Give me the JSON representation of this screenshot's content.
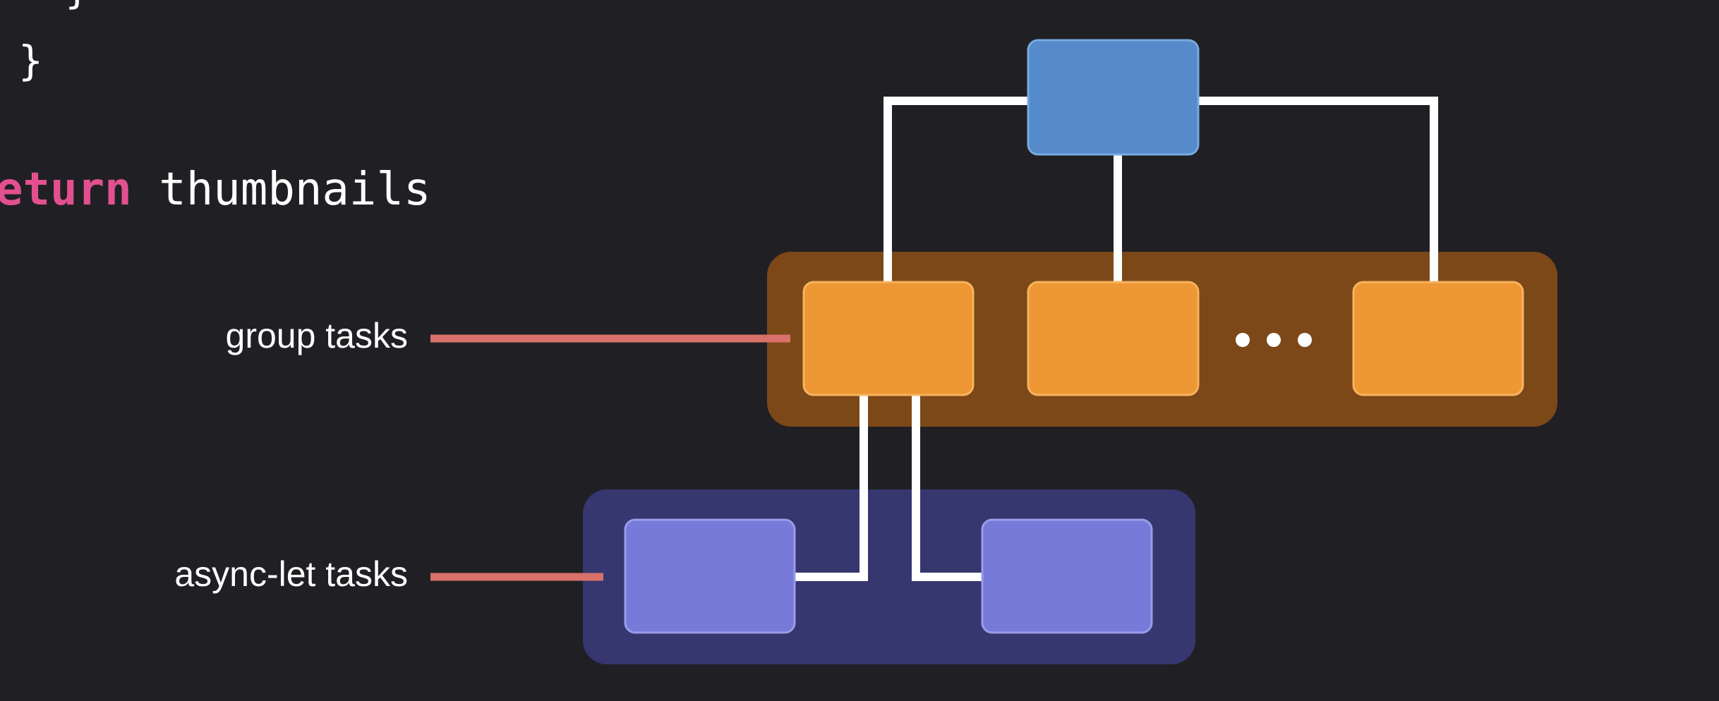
{
  "code": {
    "brace_top": "}",
    "brace_close": "}",
    "return_keyword": "eturn",
    "return_value": "thumbnails"
  },
  "labels": {
    "group_tasks": "group tasks",
    "async_let_tasks": "async-let tasks"
  },
  "colors": {
    "background": "#202024",
    "parent_task": "#558acb",
    "group_container": "#7d4818",
    "group_task": "#ee9735",
    "async_container": "#36376f",
    "async_task": "#787ad9",
    "connector": "#ffffff",
    "pointer": "#d9706a",
    "keyword": "#e2508f"
  }
}
